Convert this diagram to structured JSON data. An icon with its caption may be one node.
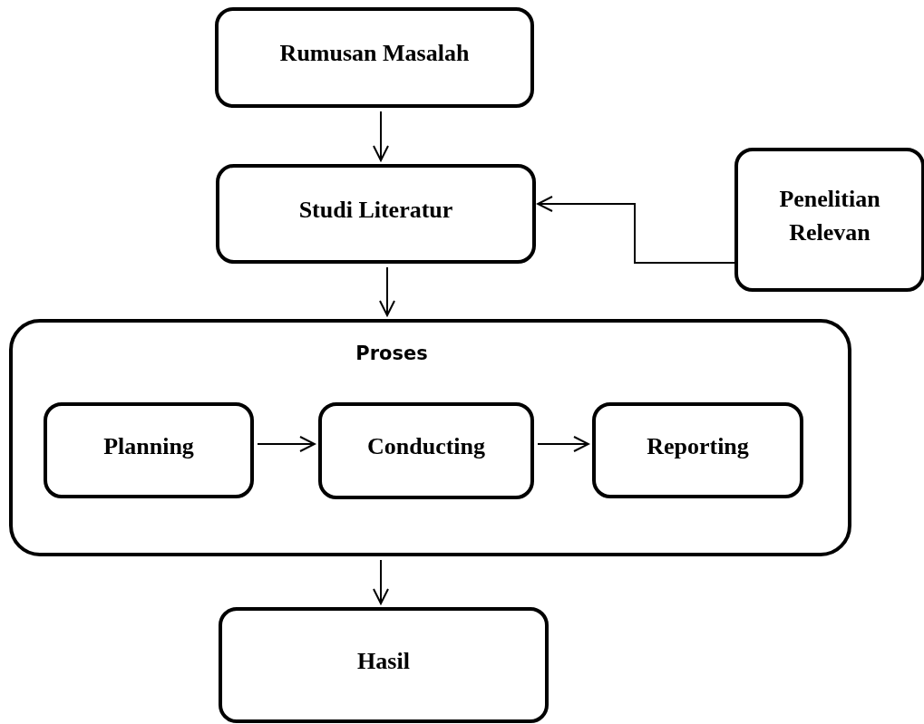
{
  "diagram": {
    "nodes": [
      {
        "text": [
          "Rumusan Masalah"
        ]
      },
      {
        "text": [
          "Studi Literatur"
        ]
      },
      {
        "text": [
          "Penelitian Relevan"
        ]
      },
      {
        "text": [
          "Proses"
        ]
      },
      {
        "text": [
          "Planning"
        ],
        "in": 3
      },
      {
        "text": [
          "Conducting"
        ],
        "in": 3
      },
      {
        "text": [
          "Reporting"
        ],
        "in": 3
      },
      {
        "text": [
          "Hasil"
        ]
      }
    ],
    "edges": [
      {
        "from": 0,
        "to": 1,
        "arrow": "to"
      },
      {
        "from": 2,
        "to": 1,
        "arrow": "to"
      },
      {
        "from": 1,
        "to": 3,
        "arrow": "to"
      },
      {
        "from": 4,
        "to": 5,
        "arrow": "to"
      },
      {
        "from": 5,
        "to": 6,
        "arrow": "to"
      },
      {
        "from": 3,
        "to": 7,
        "arrow": "to"
      }
    ]
  }
}
